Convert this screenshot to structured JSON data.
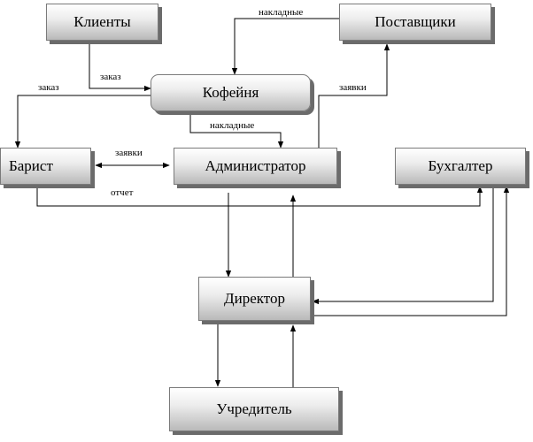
{
  "nodes": {
    "clients": "Клиенты",
    "suppliers": "Поставщики",
    "coffeehouse": "Кофейня",
    "barista": "Барист",
    "administrator": "Администратор",
    "accountant": "Бухгалтер",
    "director": "Директор",
    "founder": "Учредитель"
  },
  "edge_labels": {
    "invoices_suppliers": "накладные",
    "order_clients": "заказ",
    "order_barista": "заказ",
    "requests_suppliers": "заявки",
    "invoices_admin": "накладные",
    "requests_barista": "заявки",
    "report": "отчет"
  },
  "colors": {
    "line": "#000000",
    "shadow": "#6b6b6b",
    "box_border": "#7a7a7a"
  }
}
